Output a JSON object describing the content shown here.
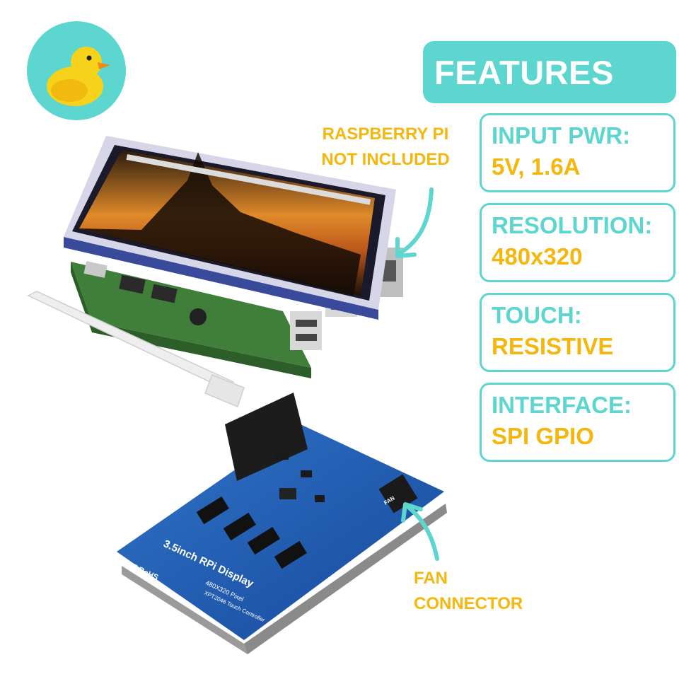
{
  "features": {
    "title": "FEATURES",
    "specs": [
      {
        "label": "INPUT PWR:",
        "value": "5V, 1.6A"
      },
      {
        "label": "RESOLUTION:",
        "value": "480x320"
      },
      {
        "label": "TOUCH:",
        "value": "RESISTIVE"
      },
      {
        "label": "INTERFACE:",
        "value": "SPI GPIO"
      }
    ]
  },
  "callouts": {
    "rpi_line1": "RASPBERRY PI",
    "rpi_line2": "NOT INCLUDED",
    "fan_line1": "FAN",
    "fan_line2": "CONNECTOR"
  },
  "board": {
    "title": "3.5inch RPi Display",
    "resolution": "480X320 Pixel",
    "controller": "XPT2046 Touch Controller",
    "cert": "CE RoHS",
    "fan_label": "FAN"
  },
  "colors": {
    "accent": "#5cd6cf",
    "highlight": "#f5b70e",
    "pcb": "#1f5fb5"
  }
}
